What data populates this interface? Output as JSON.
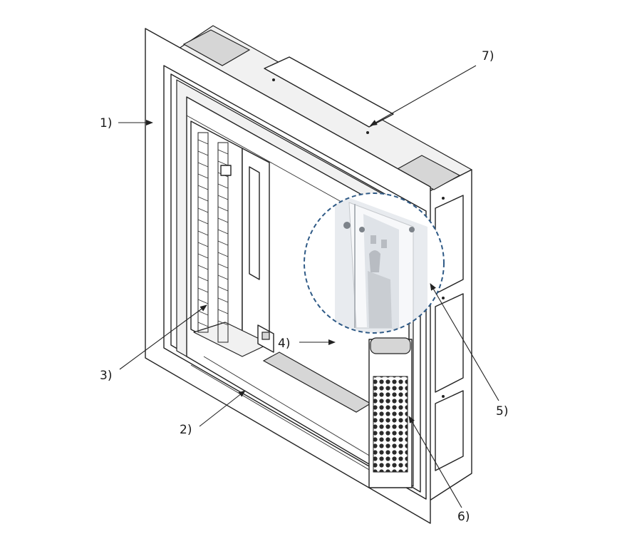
{
  "callouts": [
    {
      "id": "1",
      "label": "1)"
    },
    {
      "id": "2",
      "label": "2)"
    },
    {
      "id": "3",
      "label": "3)"
    },
    {
      "id": "4",
      "label": "4)"
    },
    {
      "id": "5",
      "label": "5)"
    },
    {
      "id": "6",
      "label": "6)"
    },
    {
      "id": "7",
      "label": "7)"
    }
  ],
  "colors": {
    "line": "#222222",
    "detail_circle": "#2f5a86",
    "background": "#ffffff"
  },
  "icons": [
    "arrow-icon"
  ]
}
